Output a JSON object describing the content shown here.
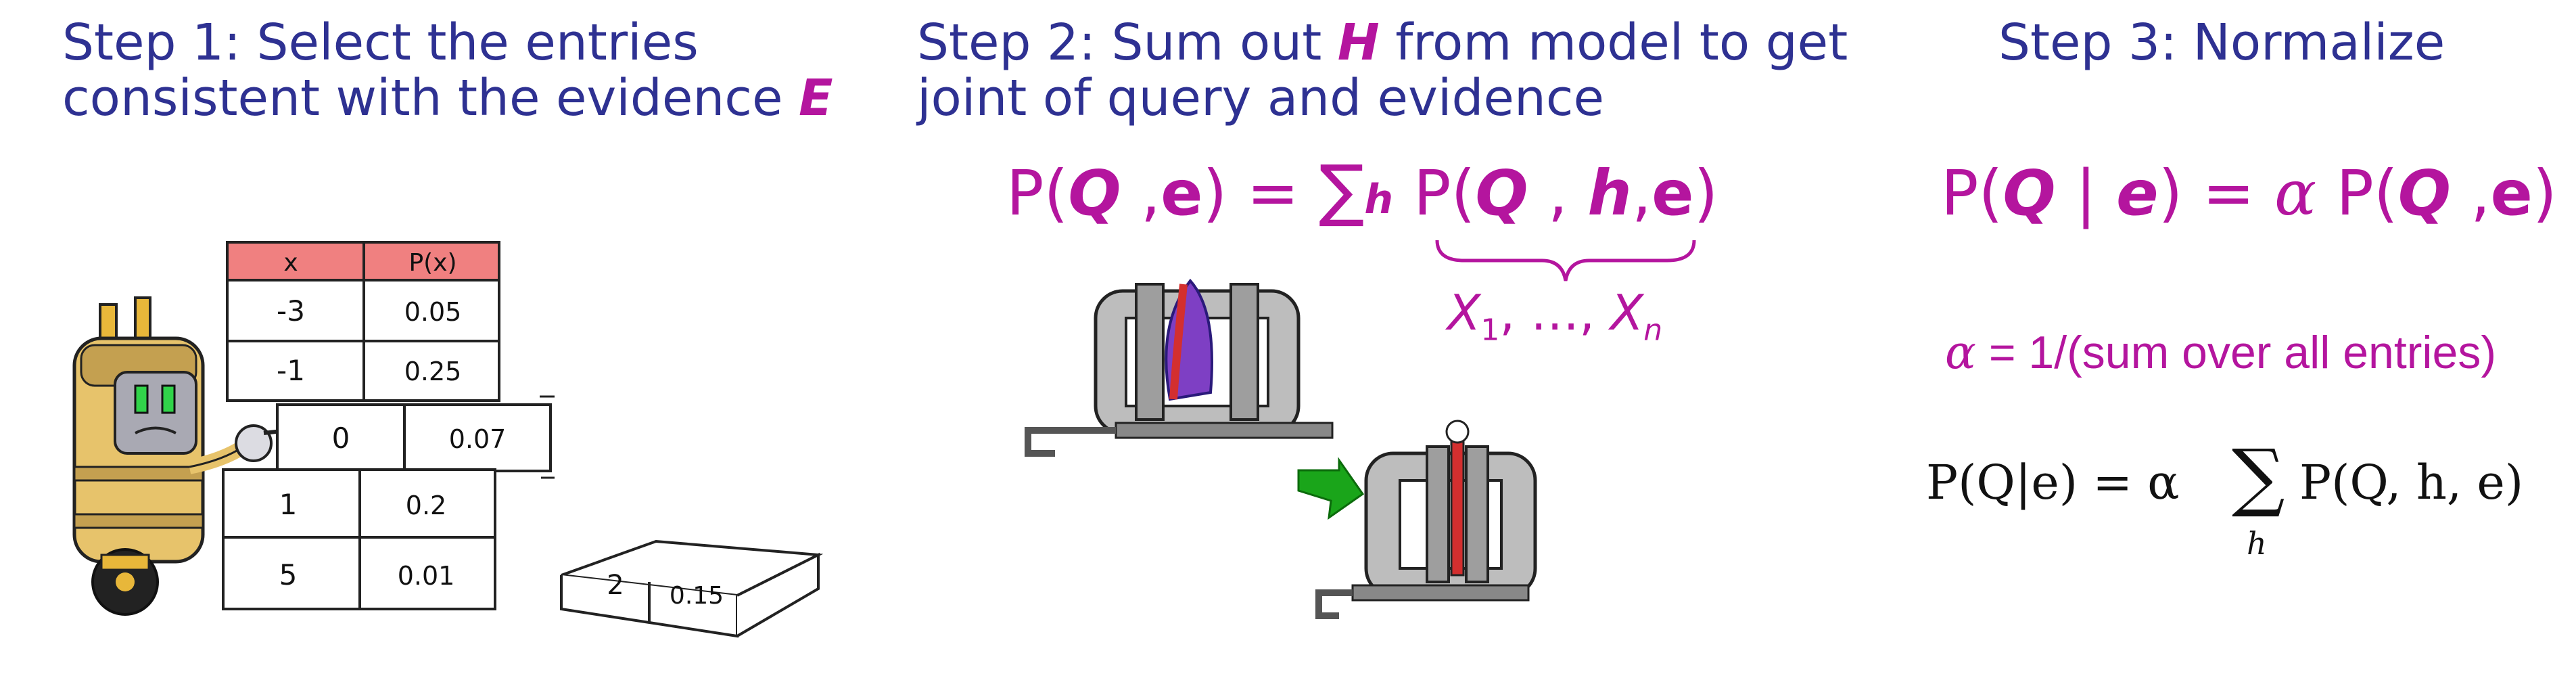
{
  "step1": {
    "line1": "Step 1: Select the entries",
    "line2_prefix": "consistent with the evidence ",
    "line2_var": "E"
  },
  "step2": {
    "line1_prefix": "Step 2: Sum out ",
    "line1_var": "H",
    "line1_suffix": " from model to get",
    "line2": "joint of query and evidence"
  },
  "step3": {
    "title": "Step 3: Normalize"
  },
  "formula_joint": {
    "lhs_open": "P(",
    "q": "Q",
    "comma": " ,",
    "e": "e",
    "lhs_close": ") =",
    "sum": "∑",
    "sum_sub": "h",
    "rhs_open": "P(",
    "rhs_q": "Q",
    "rhs_c1": " , ",
    "rhs_h": "h",
    "rhs_c2": ",",
    "rhs_e": "e",
    "rhs_close": ")"
  },
  "xvars": {
    "x1": "X",
    "x1_sub": "1",
    "mid": ", …, ",
    "xn": "X",
    "xn_sub": "n"
  },
  "formula_norm": {
    "open": "P(",
    "q": "Q",
    "bar": " | ",
    "e": "e",
    "eq": ") = ",
    "alpha": "α",
    "p2_open": " P(",
    "q2": "Q",
    "c": " ,",
    "e2": "e",
    "close": ")"
  },
  "alpha_def": {
    "alpha": "α",
    "text": " = 1/(sum over all entries)"
  },
  "math_formula": {
    "lhs": "P(Q|e) = α",
    "sum": "∑",
    "sub": "h",
    "rhs": "P(Q, h, e)"
  },
  "table": {
    "header": [
      "x",
      "P(x)"
    ],
    "rows": [
      [
        "-3",
        "0.05"
      ],
      [
        "-1",
        "0.25"
      ],
      [
        "0",
        "0.07"
      ],
      [
        "1",
        "0.2"
      ],
      [
        "5",
        "0.01"
      ]
    ],
    "pulled_row": [
      "2",
      "0.15"
    ]
  },
  "colors": {
    "title_blue": "#2e3192",
    "magenta": "#b4159e",
    "table_header": "#f08080",
    "arrow_green": "#1aa51a"
  }
}
